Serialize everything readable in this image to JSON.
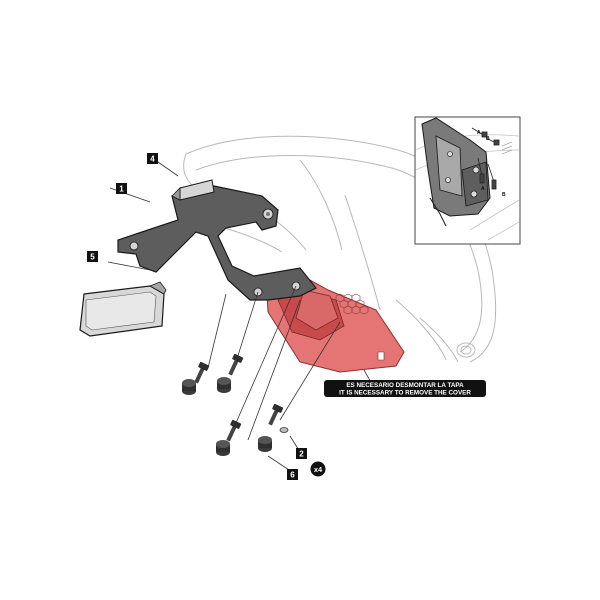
{
  "callouts": {
    "c1": "1",
    "c2": "2",
    "c4": "4",
    "c5": "5",
    "c6": "6"
  },
  "multiplier": "x4",
  "notice": {
    "line1": "ES NECESARIO DESMONTAR LA TAPA",
    "line2": "IT IS NECESSARY TO REMOVE THE COVER"
  },
  "inset": {
    "labels": [
      "A",
      "B",
      "A",
      "B"
    ]
  },
  "colors": {
    "highlight": "#e05a5a",
    "line": "#222222",
    "bracket": "#5a5a5a",
    "light_gray": "#d9d9d9"
  }
}
